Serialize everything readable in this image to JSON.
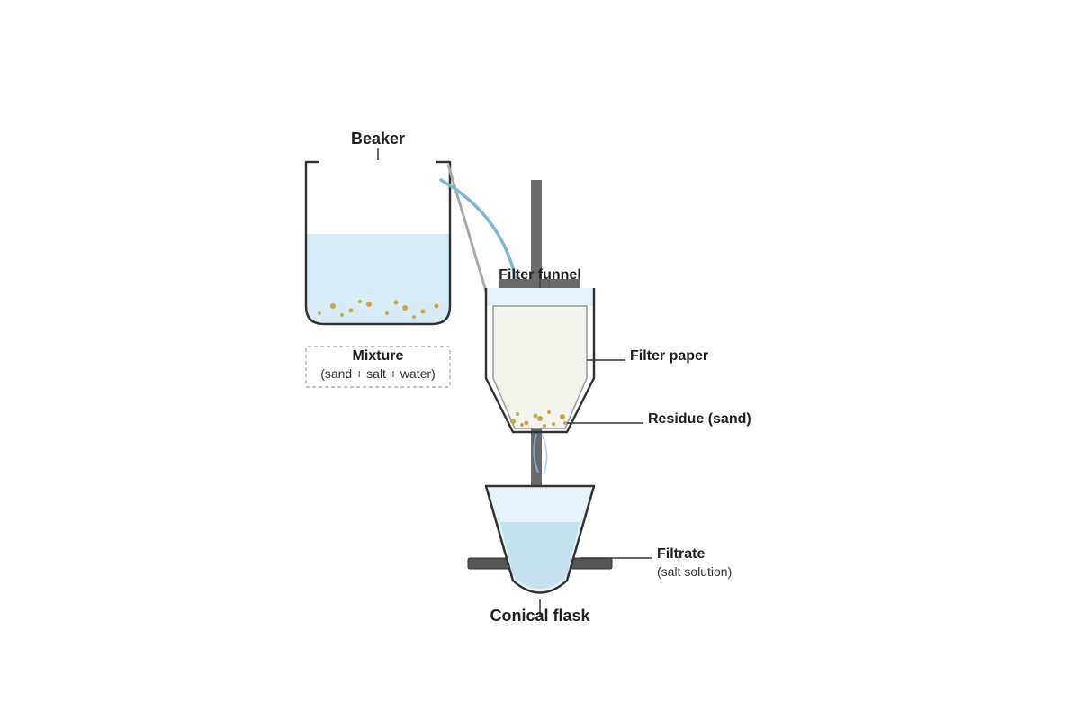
{
  "labels": {
    "beaker": "Beaker",
    "mixture_title": "Mixture",
    "mixture_sub": "(sand + salt + water)",
    "filter_funnel": "Filter funnel",
    "filter_paper": "Filter paper",
    "residue": "Residue (sand)",
    "filtrate_title": "Filtrate",
    "filtrate_sub": "(salt solution)",
    "conical_flask": "Conical flask"
  },
  "colors": {
    "outline": "#333333",
    "water": "#d8ecf6",
    "stream": "#7fb6d4",
    "sand": "#c8a550",
    "stand": "#6a6a6a",
    "filter_paper": "#f4f4ee",
    "filtrate": "#c4e2ee"
  }
}
